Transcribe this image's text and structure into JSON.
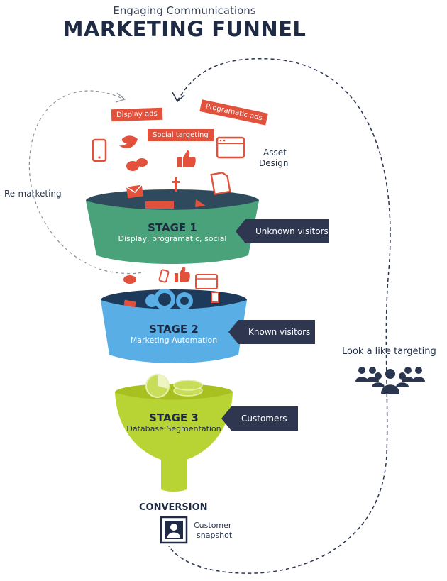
{
  "header": {
    "subtitle": "Engaging Communications",
    "title": "MARKETING FUNNEL"
  },
  "channel_tags": [
    "Display ads",
    "Programatic ads",
    "Social targeting"
  ],
  "asset_design": [
    "Asset",
    "Design"
  ],
  "remarketing_label": "Re-marketing",
  "lookalike_label": "Look a like targeting",
  "stages": [
    {
      "title": "STAGE 1",
      "subtitle": "Display, programatic, social",
      "callout": "Unknown visitors",
      "color": "#4aa27a"
    },
    {
      "title": "STAGE 2",
      "subtitle": "Marketing Automation",
      "callout": "Known visitors",
      "color": "#5aaee6"
    },
    {
      "title": "STAGE 3",
      "subtitle": "Database Segmentation",
      "callout": "Customers",
      "color": "#b8d434"
    }
  ],
  "conversion": {
    "label": "CONVERSION",
    "snapshot": [
      "Customer",
      "snapshot"
    ]
  },
  "colors": {
    "navy": "#1f2a44",
    "accent_red": "#e2513b",
    "callout_bg": "#2f3650"
  },
  "icons": [
    "phone-icon",
    "twitter-icon",
    "chat-icon",
    "like-icon",
    "browser-icon",
    "document-icon",
    "email-icon",
    "facebook-icon",
    "gear-icon",
    "pie-chart-icon",
    "coins-icon",
    "people-group-icon",
    "profile-frame-icon"
  ]
}
